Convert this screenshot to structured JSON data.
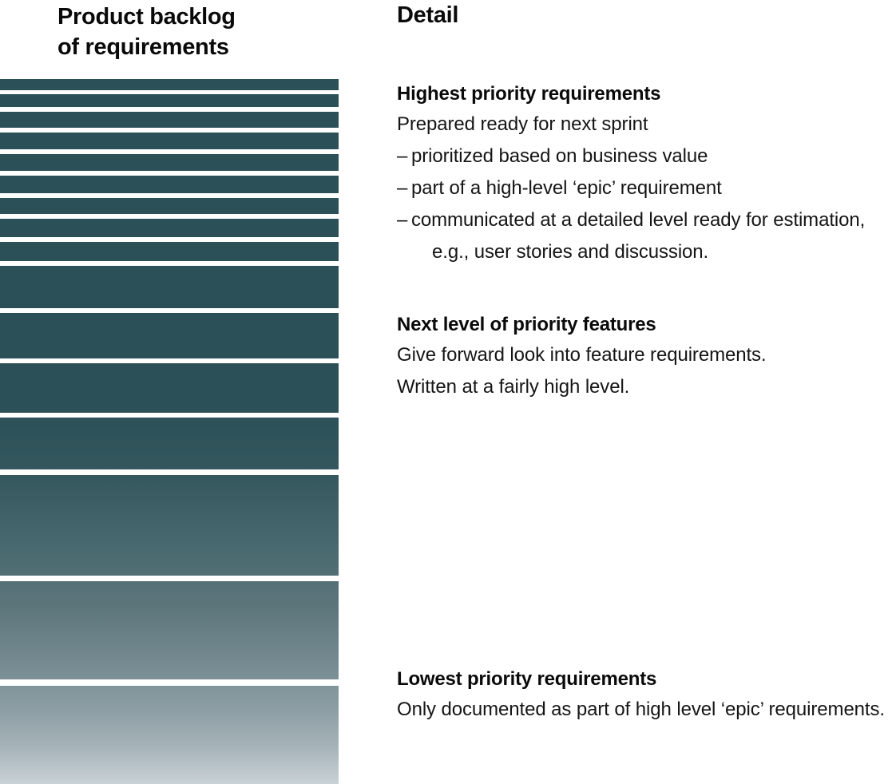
{
  "left": {
    "title_line1": "Product backlog",
    "title_line2": "of requirements",
    "stack": {
      "description": "Vertical stack of backlog item bars, darkest and thinnest at the top (highest priority, most detailed) fading to light grey and tallest at the bottom (lowest priority, least detailed)",
      "top_color": "#2b5057",
      "bottom_color": "#f7f9f9",
      "bars": [
        {
          "index": 1,
          "height": 14,
          "gap": 5
        },
        {
          "index": 2,
          "height": 16,
          "gap": 6
        },
        {
          "index": 3,
          "height": 20,
          "gap": 6
        },
        {
          "index": 4,
          "height": 21,
          "gap": 6
        },
        {
          "index": 5,
          "height": 21,
          "gap": 6
        },
        {
          "index": 6,
          "height": 22,
          "gap": 6
        },
        {
          "index": 7,
          "height": 20,
          "gap": 6
        },
        {
          "index": 8,
          "height": 23,
          "gap": 6
        },
        {
          "index": 9,
          "height": 24,
          "gap": 6
        },
        {
          "index": 10,
          "height": 53,
          "gap": 6
        },
        {
          "index": 11,
          "height": 57,
          "gap": 6
        },
        {
          "index": 12,
          "height": 62,
          "gap": 6
        },
        {
          "index": 13,
          "height": 65,
          "gap": 7
        },
        {
          "index": 14,
          "height": 126,
          "gap": 7
        },
        {
          "index": 15,
          "height": 123,
          "gap": 8
        },
        {
          "index": 16,
          "height": 130,
          "gap": 0
        }
      ]
    }
  },
  "right": {
    "title": "Detail",
    "blocks": [
      {
        "id": "highest",
        "heading": "Highest priority requirements",
        "lines": [
          "Prepared ready for next sprint"
        ],
        "bullets": [
          "prioritized based on business value",
          "part of a high-level ‘epic’ requirement",
          "communicated at a detailed level ready for estimation, e.g., user stories and discussion."
        ],
        "bullet_marker": "–"
      },
      {
        "id": "next",
        "heading": "Next level of priority features",
        "lines": [
          "Give forward look into feature requirements.",
          "Written at a fairly high level."
        ],
        "bullets": [],
        "bullet_marker": "–"
      },
      {
        "id": "lowest",
        "heading": "Lowest priority requirements",
        "lines": [
          "Only documented as part of high level ‘epic’ requirements."
        ],
        "bullets": [],
        "bullet_marker": "–"
      }
    ]
  }
}
